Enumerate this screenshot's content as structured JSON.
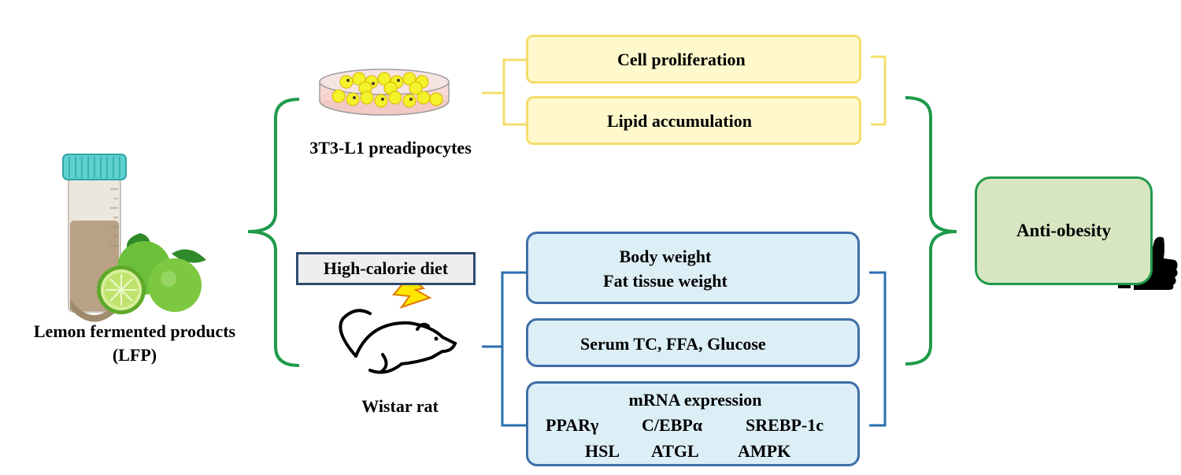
{
  "colors": {
    "green_bracket": "#1f9a4a",
    "yellow_bracket": "#f5dd6b",
    "blue_bracket": "#2a6fb0",
    "down_arrow": "#e8141b",
    "up_arrow": "#2f6fe0"
  },
  "lfp": {
    "label_line1": "Lemon fermented products",
    "label_line2": "(LFP)"
  },
  "cells": {
    "label": "3T3-L1 preadipocytes"
  },
  "rat": {
    "diet_label": "High-calorie diet",
    "label": "Wistar rat"
  },
  "cell_effects": {
    "proliferation": "Cell proliferation",
    "lipid": "Lipid accumulation"
  },
  "rat_effects": {
    "body_weight": "Body weight",
    "fat_weight": "Fat tissue weight",
    "serum": "Serum TC, FFA, Glucose",
    "mrna_title": "mRNA expression",
    "ppar": "PPARγ",
    "cebp": "C/EBPα",
    "srebp": "SREBP-1c",
    "hsl": "HSL",
    "atgl": "ATGL",
    "ampk": "AMPK"
  },
  "outcome": {
    "label": "Anti-obesity"
  }
}
